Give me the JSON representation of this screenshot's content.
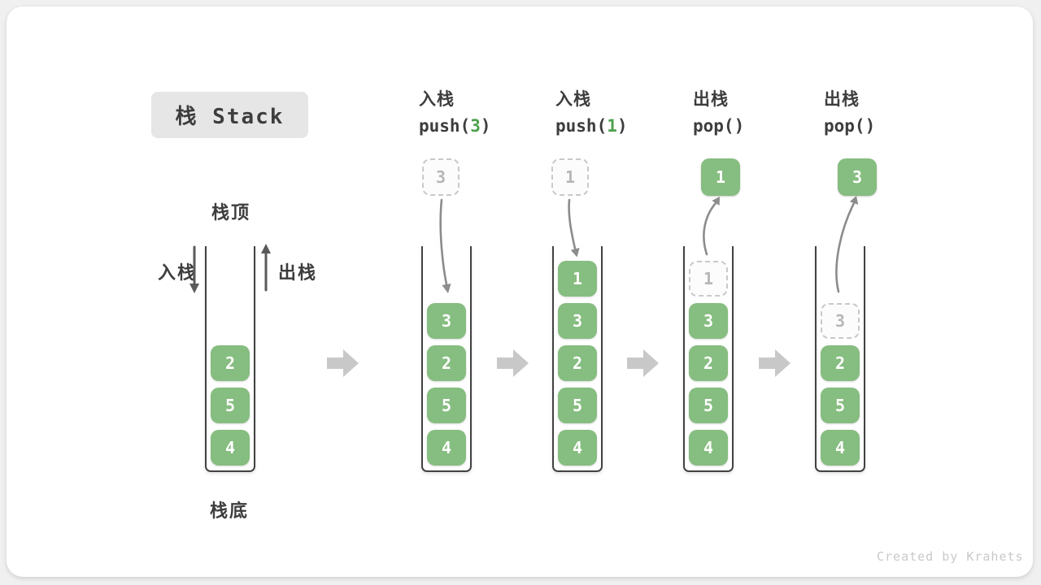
{
  "title": {
    "text": "栈 Stack"
  },
  "legend": {
    "stack_top": "栈顶",
    "stack_bottom": "栈底",
    "push_side": "入栈",
    "pop_side": "出栈"
  },
  "operations": [
    {
      "action": "入栈",
      "code_pre": "push(",
      "arg": "3",
      "code_post": ")"
    },
    {
      "action": "入栈",
      "code_pre": "push(",
      "arg": "1",
      "code_post": ")"
    },
    {
      "action": "出栈",
      "code_pre": "pop(",
      "arg": "",
      "code_post": ")"
    },
    {
      "action": "出栈",
      "code_pre": "pop(",
      "arg": "",
      "code_post": ")"
    }
  ],
  "floating_boxes": [
    {
      "value": "3",
      "style": "ghost"
    },
    {
      "value": "1",
      "style": "ghost"
    },
    {
      "value": "1",
      "style": "solid"
    },
    {
      "value": "3",
      "style": "solid"
    }
  ],
  "stacks": [
    {
      "cells": [
        {
          "value": "4"
        },
        {
          "value": "5"
        },
        {
          "value": "2"
        }
      ]
    },
    {
      "cells": [
        {
          "value": "4"
        },
        {
          "value": "5"
        },
        {
          "value": "2"
        },
        {
          "value": "3"
        }
      ]
    },
    {
      "cells": [
        {
          "value": "4"
        },
        {
          "value": "5"
        },
        {
          "value": "2"
        },
        {
          "value": "3"
        },
        {
          "value": "1"
        }
      ]
    },
    {
      "cells": [
        {
          "value": "4"
        },
        {
          "value": "5"
        },
        {
          "value": "2"
        },
        {
          "value": "3"
        },
        {
          "value": "1",
          "ghost": true
        }
      ]
    },
    {
      "cells": [
        {
          "value": "4"
        },
        {
          "value": "5"
        },
        {
          "value": "2"
        },
        {
          "value": "3",
          "ghost": true
        }
      ]
    }
  ],
  "watermark": "Created by Krahets",
  "colors": {
    "cell_green": "#86bd80",
    "code_green": "#4fa14f",
    "ink": "#3d3d3d",
    "ghost_border": "#c9c9c9",
    "ghost_text": "#b6b6b6",
    "wall": "#424242",
    "curve_arrow": "#8c8c8c",
    "vertical_arrow": "#5a5a5a",
    "block_arrow": "#c8c8c8",
    "title_bg": "#e6e6e6",
    "watermark_gray": "#c9c9c9"
  }
}
